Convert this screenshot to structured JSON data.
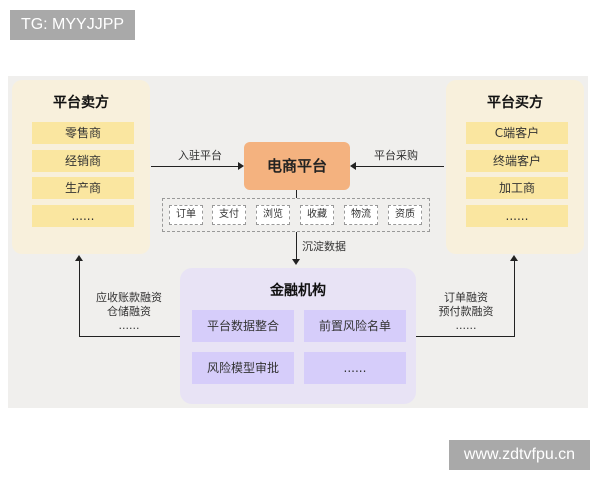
{
  "watermarks": {
    "top": "TG: MYYJJPP",
    "bottom": "www.zdtvfpu.cn"
  },
  "seller": {
    "title": "平台卖方",
    "items": [
      "零售商",
      "经销商",
      "生产商",
      "......"
    ]
  },
  "buyer": {
    "title": "平台买方",
    "items": [
      "C端客户",
      "终端客户",
      "加工商",
      "......"
    ]
  },
  "platform": {
    "title": "电商平台"
  },
  "edges": {
    "seller_to_platform": "入驻平台",
    "buyer_to_platform": "平台采购",
    "platform_to_finance": "沉淀数据",
    "finance_to_seller": [
      "应收账款融资",
      "仓储融资",
      "......"
    ],
    "finance_to_buyer": [
      "订单融资",
      "预付款融资",
      "......"
    ]
  },
  "data_types": [
    "订单",
    "支付",
    "浏览",
    "收藏",
    "物流",
    "资质"
  ],
  "finance": {
    "title": "金融机构",
    "items": [
      "平台数据整合",
      "前置风险名单",
      "风险模型审批",
      "......"
    ]
  },
  "colors": {
    "seller_bg": "#f8f0dc",
    "seller_item": "#fae6a0",
    "platform": "#f4b27f",
    "finance_bg": "#e8e3f5",
    "finance_item": "#d6cdfa",
    "canvas": "#f0efed"
  }
}
